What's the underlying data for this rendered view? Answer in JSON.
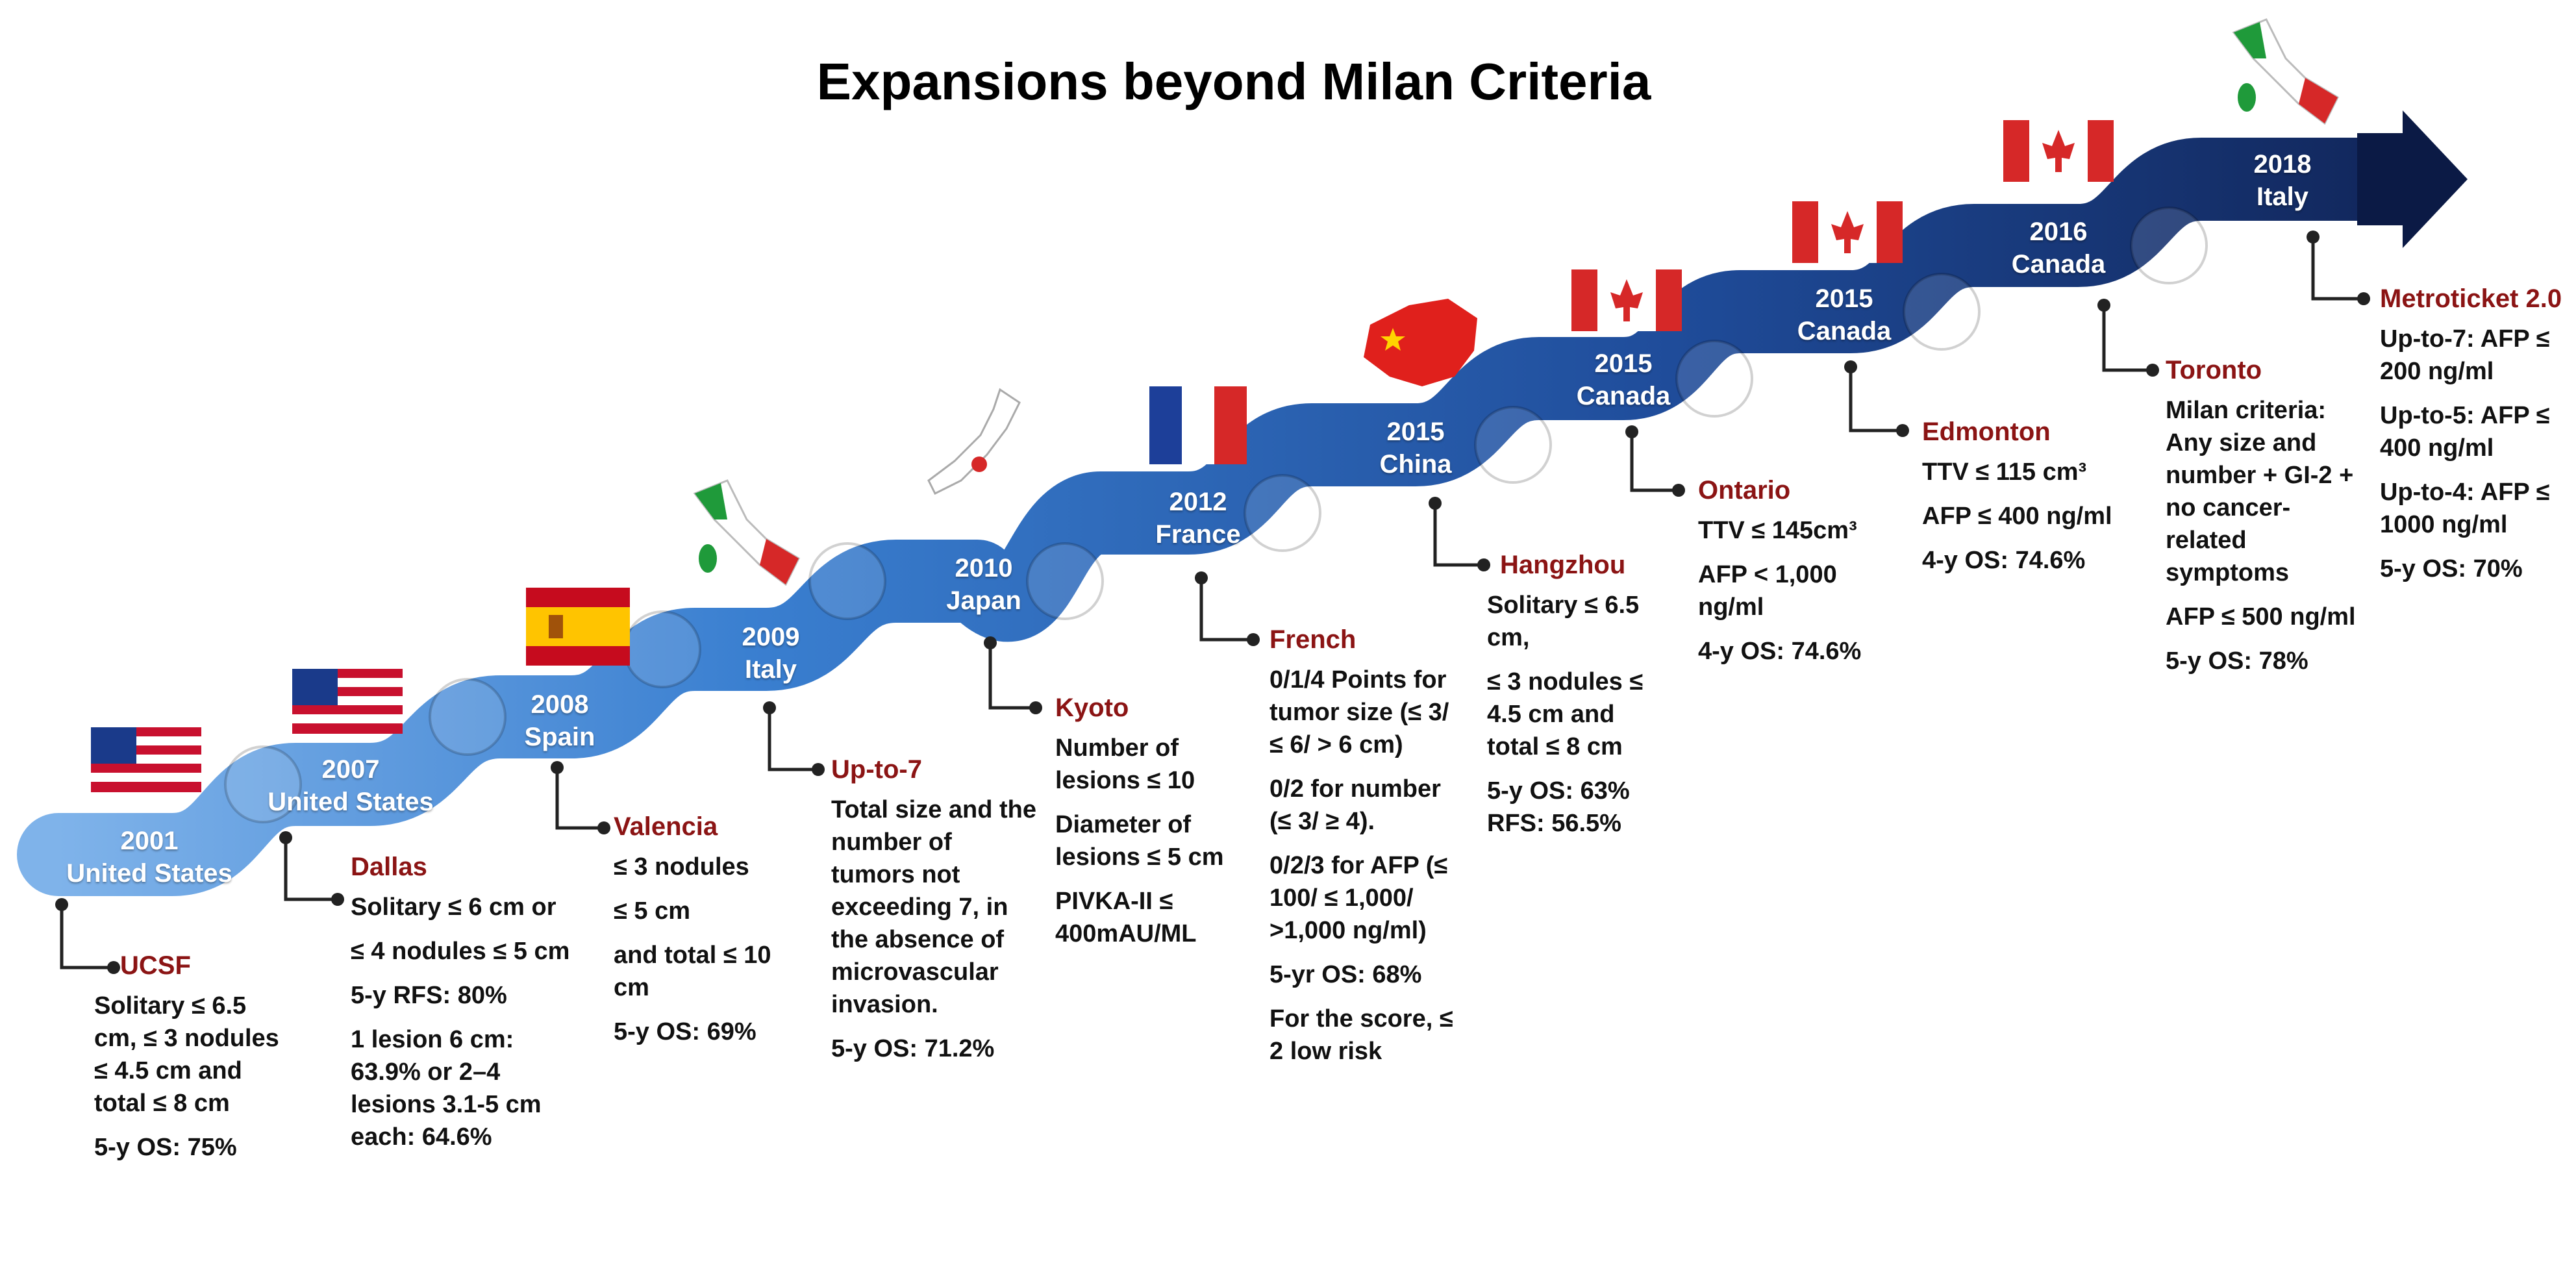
{
  "title": "Expansions beyond Milan Criteria",
  "colors": {
    "ribbon_light": "#7fb3ea",
    "ribbon_mid": "#3a7fd0",
    "ribbon_dark": "#12285e",
    "arrow_head": "#0b1a45",
    "heading": "#8b1414",
    "connector": "#222222"
  },
  "milestones": [
    {
      "year": "2001",
      "place": "United States",
      "flag": "us-flag-icon"
    },
    {
      "year": "2007",
      "place": "United States",
      "flag": "us-flag-icon"
    },
    {
      "year": "2008",
      "place": "Spain",
      "flag": "spain-flag-icon"
    },
    {
      "year": "2009",
      "place": "Italy",
      "flag": "italy-map-flag-icon"
    },
    {
      "year": "2010",
      "place": "Japan",
      "flag": "japan-map-flag-icon"
    },
    {
      "year": "2012",
      "place": "France",
      "flag": "france-flag-icon"
    },
    {
      "year": "2015",
      "place": "China",
      "flag": "china-map-flag-icon"
    },
    {
      "year": "2015",
      "place": "Canada",
      "flag": "canada-flag-icon"
    },
    {
      "year": "2015",
      "place": "Canada",
      "flag": "canada-flag-icon"
    },
    {
      "year": "2016",
      "place": "Canada",
      "flag": "canada-flag-icon"
    },
    {
      "year": "2018",
      "place": "Italy",
      "flag": "italy-map-flag-icon"
    }
  ],
  "criteria": [
    {
      "name": "UCSF",
      "lines": [
        "Solitary ≤ 6.5 cm, ≤ 3 nodules ≤ 4.5 cm and total ≤ 8 cm",
        "5-y OS: 75%"
      ]
    },
    {
      "name": "Dallas",
      "lines": [
        "Solitary ≤ 6 cm or",
        "≤ 4 nodules ≤ 5 cm",
        "5-y RFS: 80%",
        "1 lesion 6 cm: 63.9% or 2–4 lesions 3.1-5 cm each: 64.6%"
      ]
    },
    {
      "name": "Valencia",
      "lines": [
        "≤ 3 nodules",
        "≤ 5 cm",
        "and total ≤ 10 cm",
        "5-y OS: 69%"
      ]
    },
    {
      "name": "Up-to-7",
      "lines": [
        "Total size and the number of tumors not exceeding 7, in the absence of microvascular invasion.",
        "5-y OS: 71.2%"
      ]
    },
    {
      "name": "Kyoto",
      "lines": [
        "Number of lesions ≤ 10",
        "Diameter of lesions ≤ 5 cm",
        "PIVKA-II ≤ 400mAU/ML"
      ]
    },
    {
      "name": "French",
      "lines": [
        "0/1/4 Points for tumor size (≤ 3/ ≤ 6/ > 6 cm)",
        "0/2 for number (≤ 3/ ≥ 4).",
        "0/2/3 for AFP (≤ 100/ ≤ 1,000/ >1,000 ng/ml)",
        "5-yr OS: 68%",
        "For the score, ≤ 2 low risk"
      ]
    },
    {
      "name": "Hangzhou",
      "lines": [
        "Solitary ≤ 6.5 cm,",
        "≤ 3 nodules ≤ 4.5 cm and total ≤ 8 cm",
        "5-y OS: 63% RFS: 56.5%"
      ]
    },
    {
      "name": "Ontario",
      "lines": [
        "TTV ≤ 145cm³",
        "AFP < 1,000 ng/ml",
        "4-y OS: 74.6%"
      ]
    },
    {
      "name": "Edmonton",
      "lines": [
        "TTV ≤ 115 cm³",
        "AFP ≤ 400 ng/ml",
        "4-y OS: 74.6%"
      ]
    },
    {
      "name": "Toronto",
      "lines": [
        "Milan criteria: Any size and number + GI-2 + no cancer-related symptoms",
        "AFP ≤ 500 ng/ml",
        "5-y OS: 78%"
      ]
    },
    {
      "name": "Metroticket 2.0",
      "lines": [
        "Up-to-7: AFP ≤ 200 ng/ml",
        "Up-to-5: AFP ≤ 400 ng/ml",
        "Up-to-4: AFP ≤ 1000 ng/ml",
        "5-y OS: 70%"
      ]
    }
  ]
}
